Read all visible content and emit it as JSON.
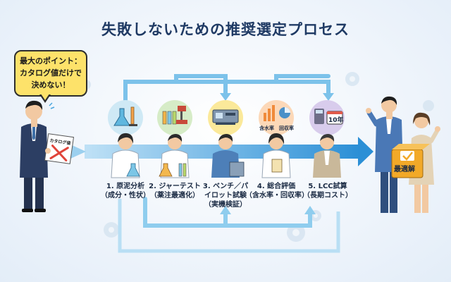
{
  "title": "失敗しないための推奨選定プロセス",
  "callout": {
    "lines": [
      "最大のポイント：",
      "カタログ値だけで",
      "決めない！"
    ]
  },
  "catalog_card": "カタログ値",
  "steps": [
    {
      "lines": [
        "1. 原泥分析",
        "（成分・性状）"
      ]
    },
    {
      "lines": [
        "2. ジャーテスト",
        "（薬注最適化）"
      ]
    },
    {
      "lines": [
        "3. ベンチ／パ",
        "イロット試験",
        "（実機検証）"
      ]
    },
    {
      "lines": [
        "4. 総合評価",
        "（含水率・回収率）"
      ]
    },
    {
      "lines": [
        "5. LCC試算",
        "（長期コスト）"
      ]
    }
  ],
  "step4_tags": [
    "含水率",
    "回収率"
  ],
  "step5_tag": "10年",
  "result_box": "最適解",
  "colors": {
    "accent_blue": "#4aa6df",
    "callout_yellow": "#fde26a",
    "result_orange": "#f2a928",
    "step_circles": [
      "#cfe9f5",
      "#d6ecc7",
      "#fbe99a",
      "#fcd8b8",
      "#d8ccec"
    ]
  }
}
